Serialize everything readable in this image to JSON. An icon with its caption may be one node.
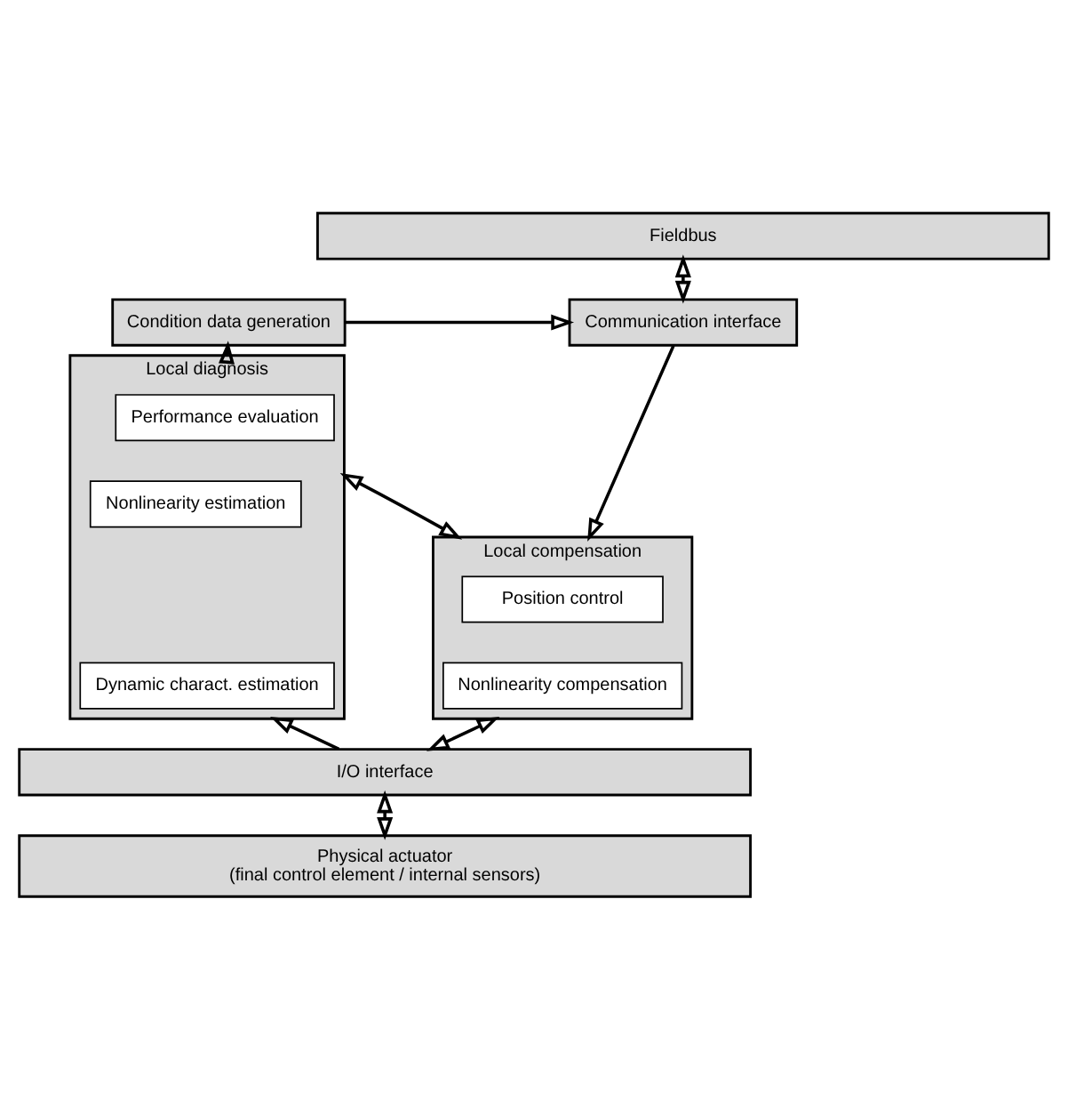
{
  "diagram": {
    "nodes": [
      {
        "text": [
          "Fieldbus"
        ]
      },
      {
        "text": [
          "Condition data generation"
        ]
      },
      {
        "text": [
          "Communication interface"
        ]
      },
      {
        "text": [
          "Local diagnosis"
        ]
      },
      {
        "text": [
          "Performance evaluation"
        ],
        "in": 3
      },
      {
        "text": [
          "Nonlinearity estimation"
        ],
        "in": 3
      },
      {
        "text": [
          "Dynamic charact. estimation"
        ],
        "in": 3
      },
      {
        "text": [
          "Local compensation"
        ]
      },
      {
        "text": [
          "Position control"
        ],
        "in": 7
      },
      {
        "text": [
          "Nonlinearity compensation"
        ],
        "in": 7
      },
      {
        "text": [
          "I/O interface"
        ]
      },
      {
        "text": [
          "Physical actuator",
          "(final control element / internal sensors)"
        ]
      }
    ],
    "edges": [
      {
        "from": 0,
        "to": 2,
        "arrow": "both"
      },
      {
        "from": 1,
        "to": 2,
        "arrow": "to"
      },
      {
        "from": 2,
        "to": 7,
        "arrow": "to"
      },
      {
        "from": 3,
        "to": 1,
        "arrow": "to"
      },
      {
        "from": 3,
        "to": 7,
        "arrow": "both"
      },
      {
        "from": 10,
        "to": 3,
        "arrow": "to"
      },
      {
        "from": 7,
        "to": 10,
        "arrow": "both"
      },
      {
        "from": 10,
        "to": 11,
        "arrow": "both"
      }
    ]
  }
}
